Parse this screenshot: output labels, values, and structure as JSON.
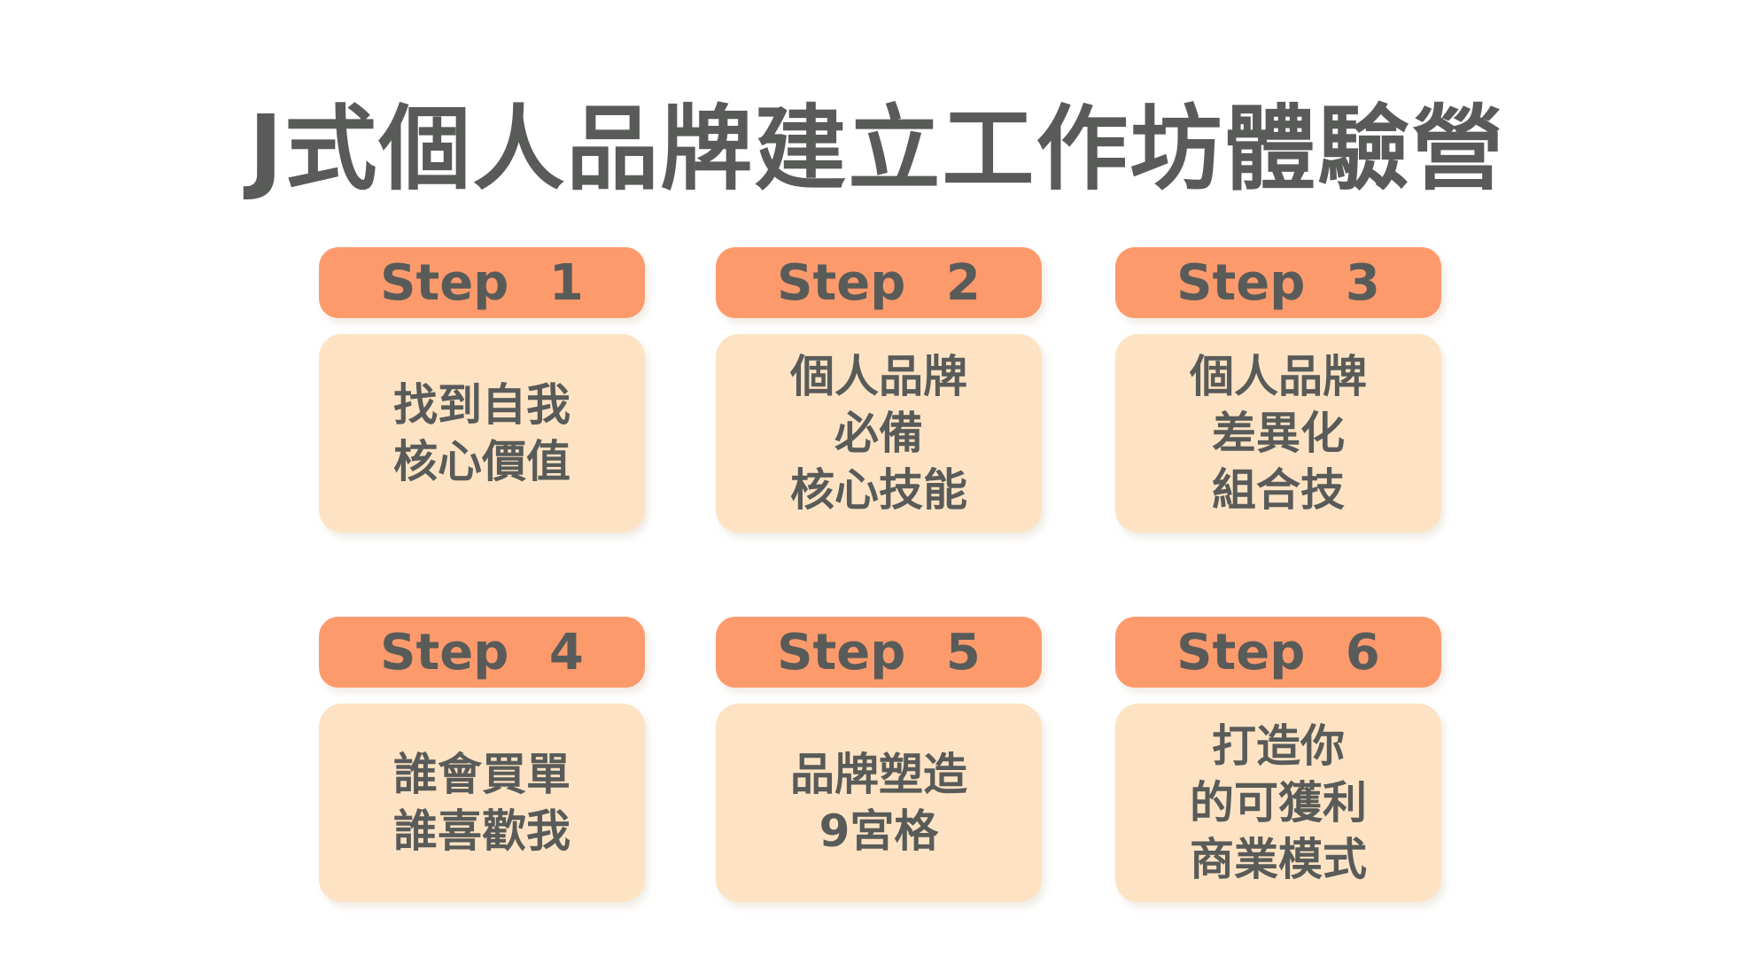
{
  "title": "J式個人品牌建立工作坊體驗營",
  "steps": [
    {
      "label": "Step 1",
      "lines": [
        "找到自我",
        "核心價值"
      ]
    },
    {
      "label": "Step 2",
      "lines": [
        "個人品牌",
        "必備",
        "核心技能"
      ]
    },
    {
      "label": "Step 3",
      "lines": [
        "個人品牌",
        "差異化",
        "組合技"
      ]
    },
    {
      "label": "Step 4",
      "lines": [
        "誰會買單",
        "誰喜歡我"
      ]
    },
    {
      "label": "Step 5",
      "lines": [
        "品牌塑造",
        "9宮格"
      ]
    },
    {
      "label": "Step 6",
      "lines": [
        "打造你",
        "的可獲利",
        "商業模式"
      ]
    }
  ],
  "colors": {
    "header": "#fd9a6c",
    "body": "#fde3c3",
    "text": "#595b59"
  }
}
